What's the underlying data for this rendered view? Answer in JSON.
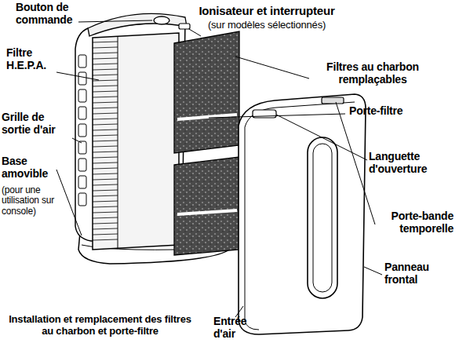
{
  "diagram": {
    "caption": "Installation et remplacement des filtres au charbon et porte-filtre",
    "labels": [
      "Bouton de commande",
      "Ionisateur et interrupteur",
      "(sur modèles sélectionnés)",
      "Filtre H.E.P.A.",
      "Filtres au charbon remplaçables",
      "Porte-filtre",
      "Grille de sortie d'air",
      "Base amovible",
      "(pour une utilisation sur console)",
      "Languette d'ouverture",
      "Porte-bande temporelle",
      "Panneau frontal",
      "Entrée d'air"
    ]
  }
}
